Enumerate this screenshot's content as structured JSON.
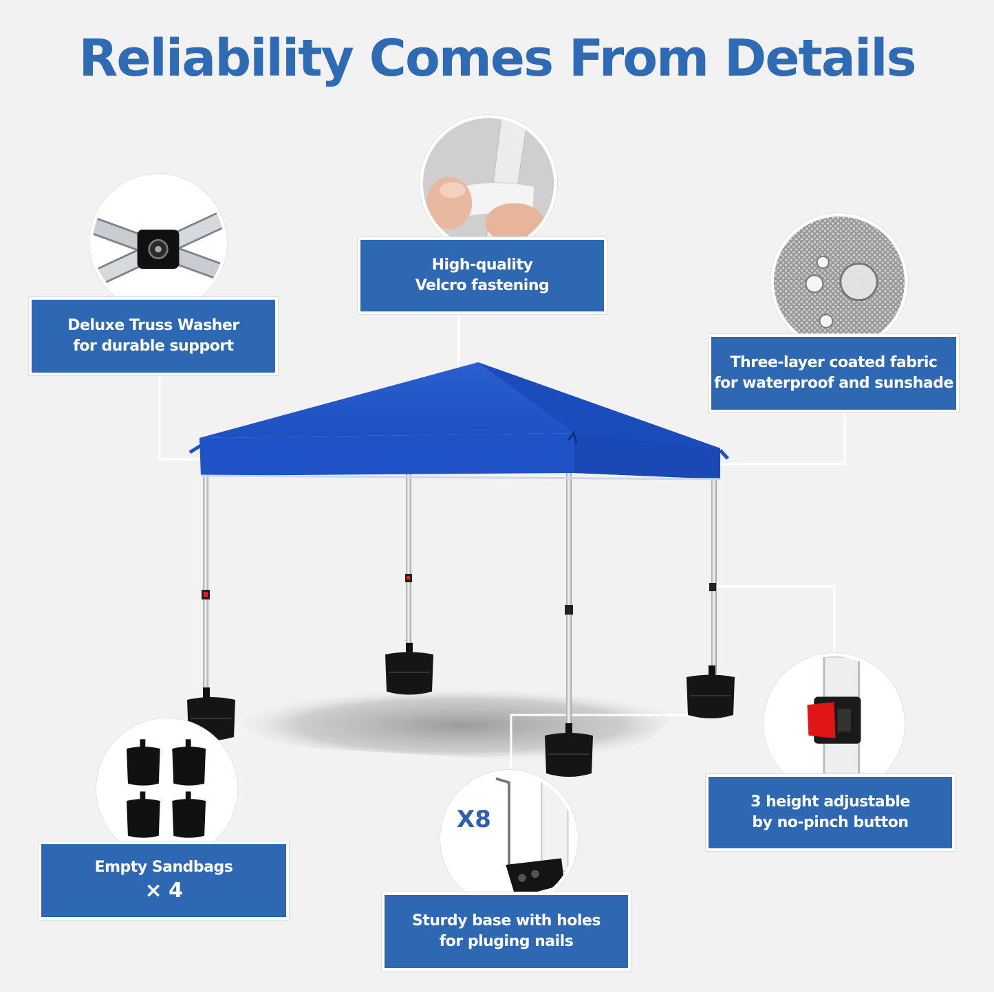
{
  "title": "Reliability Comes From Details",
  "colors": {
    "title": "#2f6ab4",
    "label_bg": "#2e68b3",
    "canopy": "#1f55c4",
    "background": "#f2f2f2"
  },
  "features": [
    {
      "icon": "truss-washer-icon",
      "line1": "Deluxe Truss Washer",
      "line2": "for durable support"
    },
    {
      "icon": "velcro-fastening-icon",
      "line1": "High-quality",
      "line2": "Velcro fastening"
    },
    {
      "icon": "coated-fabric-icon",
      "line1": "Three-layer coated fabric",
      "line2": "for waterproof and sunshade"
    },
    {
      "icon": "height-button-icon",
      "line1": "3 height adjustable",
      "line2": "by no-pinch button"
    },
    {
      "icon": "base-nails-icon",
      "line1": "Sturdy base with holes",
      "line2": "for pluging nails",
      "badge": "X8"
    },
    {
      "icon": "sandbags-icon",
      "line1": "Empty Sandbags",
      "line2": "× 4"
    }
  ]
}
